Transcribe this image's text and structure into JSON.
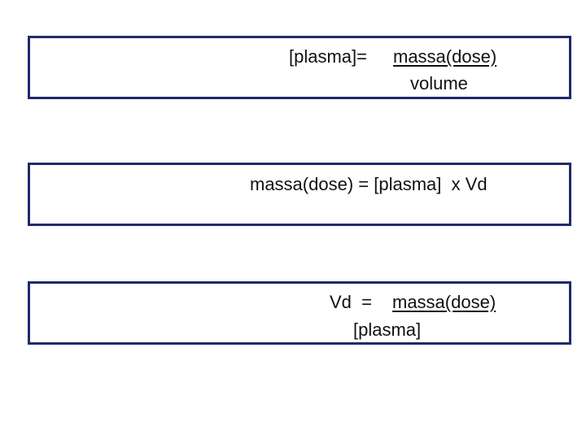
{
  "equations": {
    "eq1": {
      "left": "[plasma]=",
      "numerator": "massa(dose)",
      "denominator": "volume"
    },
    "eq2": {
      "text": "massa(dose) = [plasma]  x Vd"
    },
    "eq3": {
      "left": "Vd  =",
      "numerator": "massa(dose)",
      "denominator": "[plasma]"
    }
  },
  "colors": {
    "box_border": "#1f2a6b",
    "text": "#111111",
    "background": "#ffffff"
  }
}
